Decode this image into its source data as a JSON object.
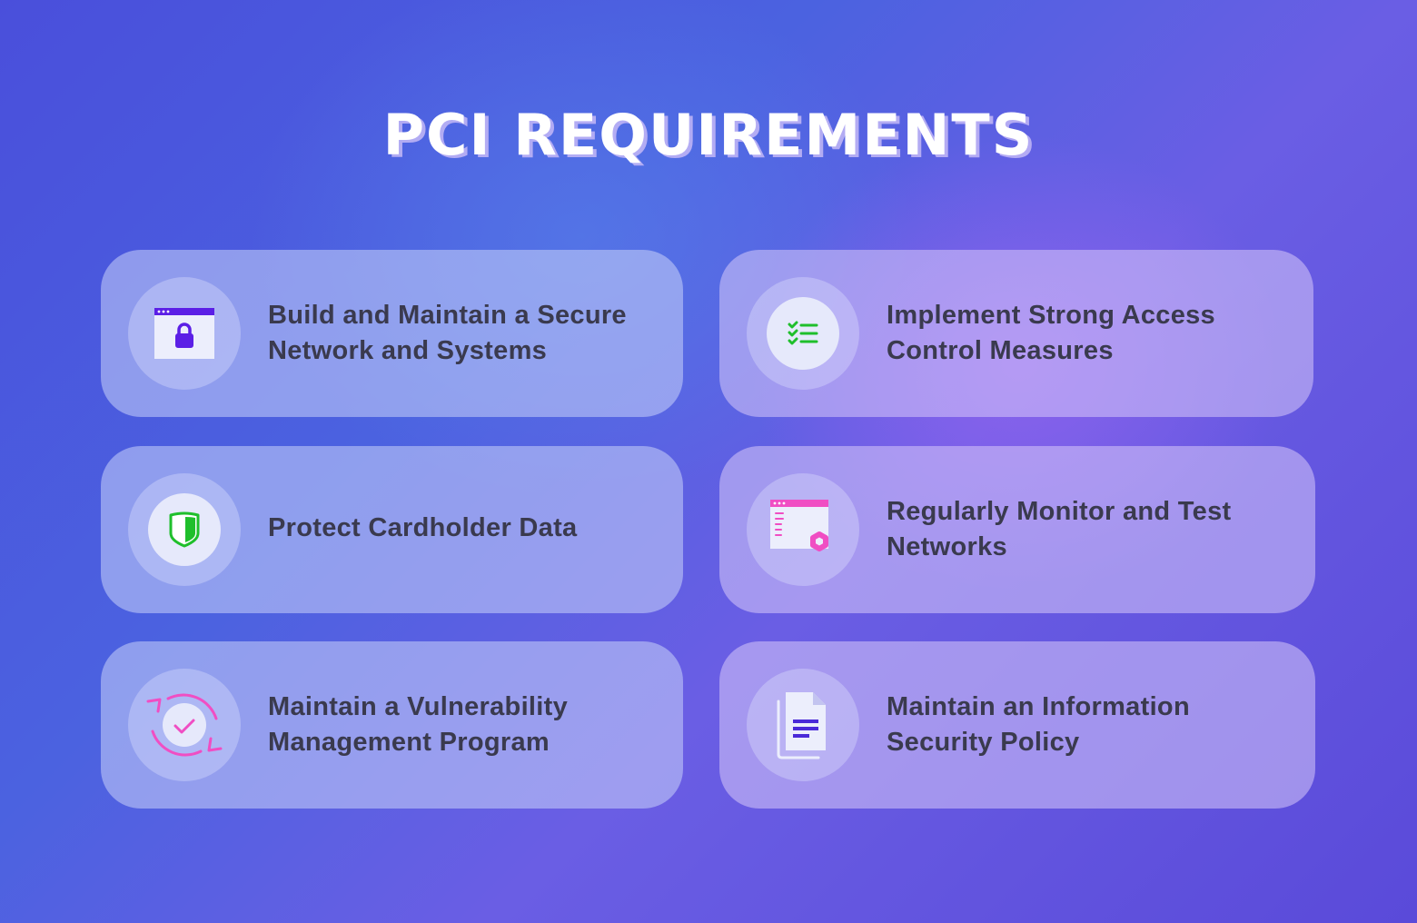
{
  "title": "PCI REQUIREMENTS",
  "colors": {
    "background_start": "#4a4fdb",
    "background_end": "#5a4ad9",
    "card_text": "#3a3a4e",
    "icon_purple": "#5b1fe6",
    "icon_green": "#1fbf2b",
    "icon_pink": "#f04ec3",
    "icon_indigo": "#4a2ad8"
  },
  "cards": [
    {
      "label_line1": "Build and Maintain a Secure",
      "label_line2": "Network and Systems",
      "icon": "browser-lock-icon"
    },
    {
      "label_line1": "Implement Strong Access",
      "label_line2": "Control Measures",
      "icon": "checklist-icon"
    },
    {
      "label_line1": "Protect Cardholder Data",
      "label_line2": "",
      "icon": "shield-icon"
    },
    {
      "label_line1": "Regularly Monitor and Test",
      "label_line2": "Networks",
      "icon": "monitor-settings-icon"
    },
    {
      "label_line1": "Maintain a Vulnerability",
      "label_line2": "Management Program",
      "icon": "refresh-check-icon"
    },
    {
      "label_line1": "Maintain an Information",
      "label_line2": "Security Policy",
      "icon": "document-icon"
    }
  ]
}
